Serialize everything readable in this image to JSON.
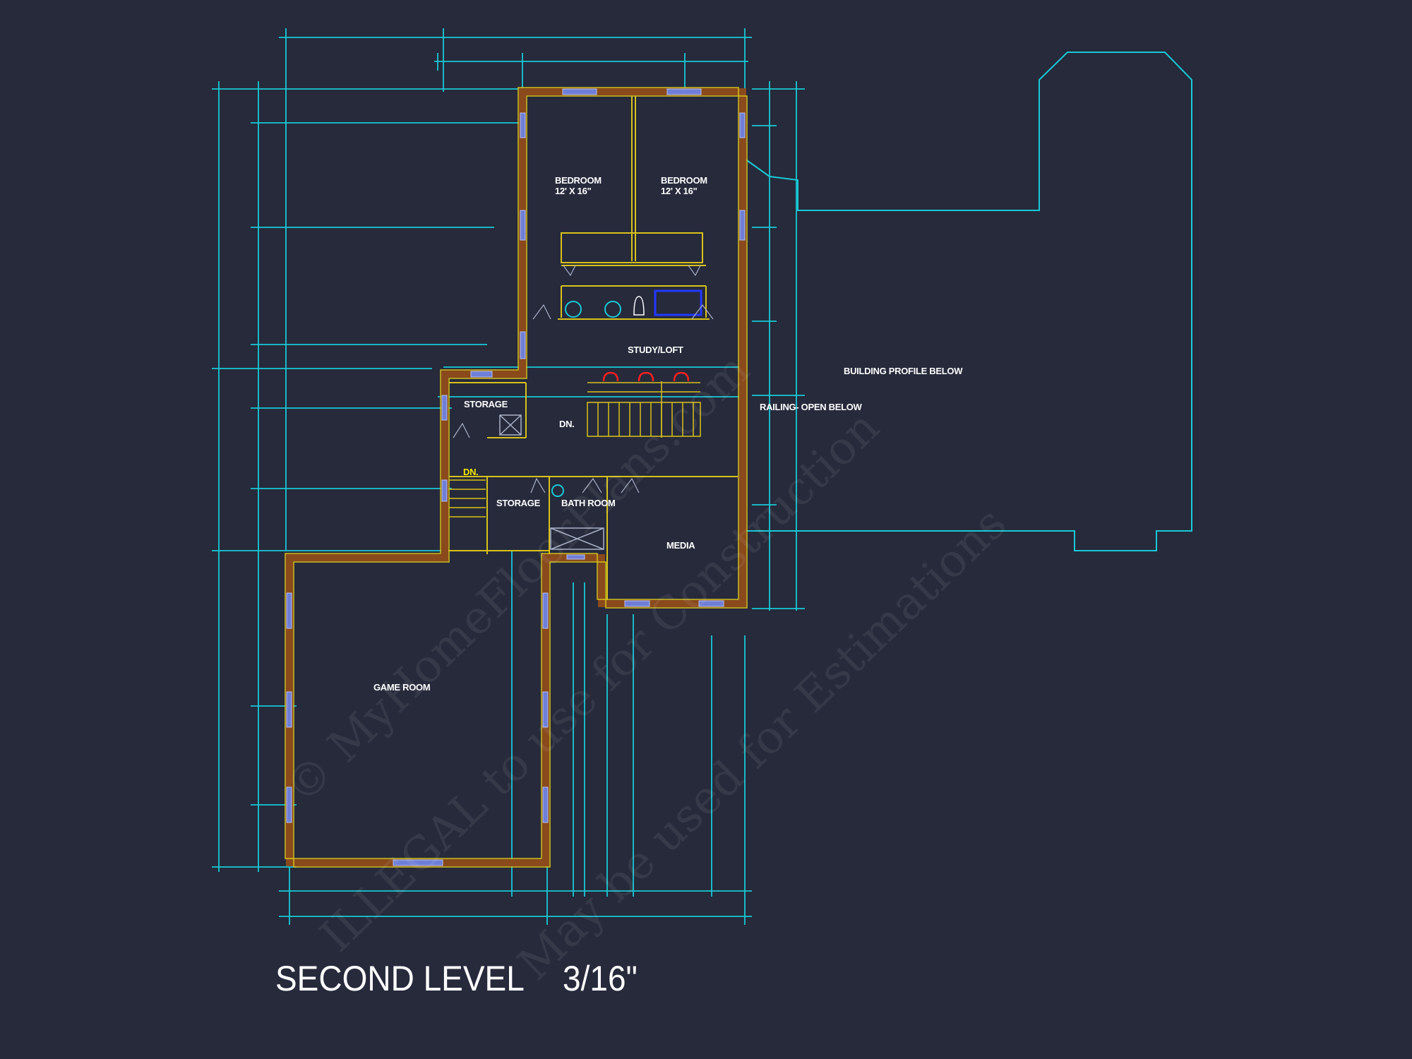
{
  "rooms": {
    "bedroom_1": {
      "name": "BEDROOM",
      "size": "12' X 16\""
    },
    "bedroom_2": {
      "name": "BEDROOM",
      "size": "12' X 16\""
    },
    "study_loft": "STUDY/LOFT",
    "storage_upper": "STORAGE",
    "storage_lower": "STORAGE",
    "bath_room": "BATH ROOM",
    "media": "MEDIA",
    "game_room": "GAME ROOM"
  },
  "stairs": {
    "down_label": "DN.",
    "down_label_2": "DN."
  },
  "notes": {
    "building_profile": "BUILDING PROFILE BELOW",
    "railing": "RAILING- OPEN BELOW"
  },
  "title": {
    "level": "SECOND LEVEL",
    "scale": "3/16\""
  },
  "watermark": {
    "line_1": "© MyHomeFloorPlans.com",
    "line_2": "ILLEGAL to use for Construction",
    "line_3": "May be used for Estimations"
  },
  "colors": {
    "background": "#262a3b",
    "dimension_lines": "#19c9d6",
    "wall_fill": "#8a4a1c",
    "wall_outline": "#d8c21a",
    "window": "#6f7fd8",
    "text": "#ffffff"
  }
}
